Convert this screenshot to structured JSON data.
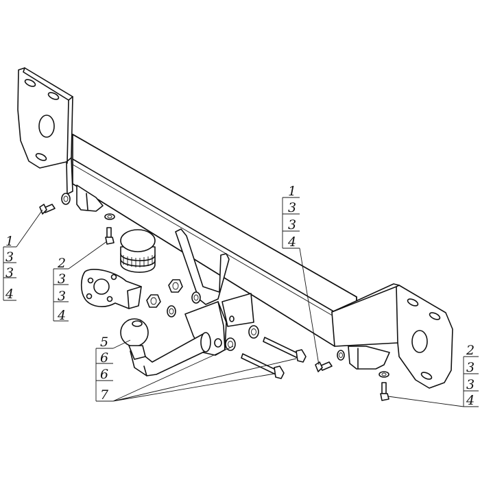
{
  "callouts": {
    "left_bolt": [
      "1",
      "3",
      "3",
      "4"
    ],
    "center_bolt": [
      "2",
      "3",
      "3",
      "4"
    ],
    "ball": [
      "5",
      "6",
      "6",
      "7"
    ],
    "right_upper_bolt": [
      "1",
      "3",
      "3",
      "4"
    ],
    "right_lower_bolt": [
      "2",
      "3",
      "3",
      "4"
    ]
  }
}
